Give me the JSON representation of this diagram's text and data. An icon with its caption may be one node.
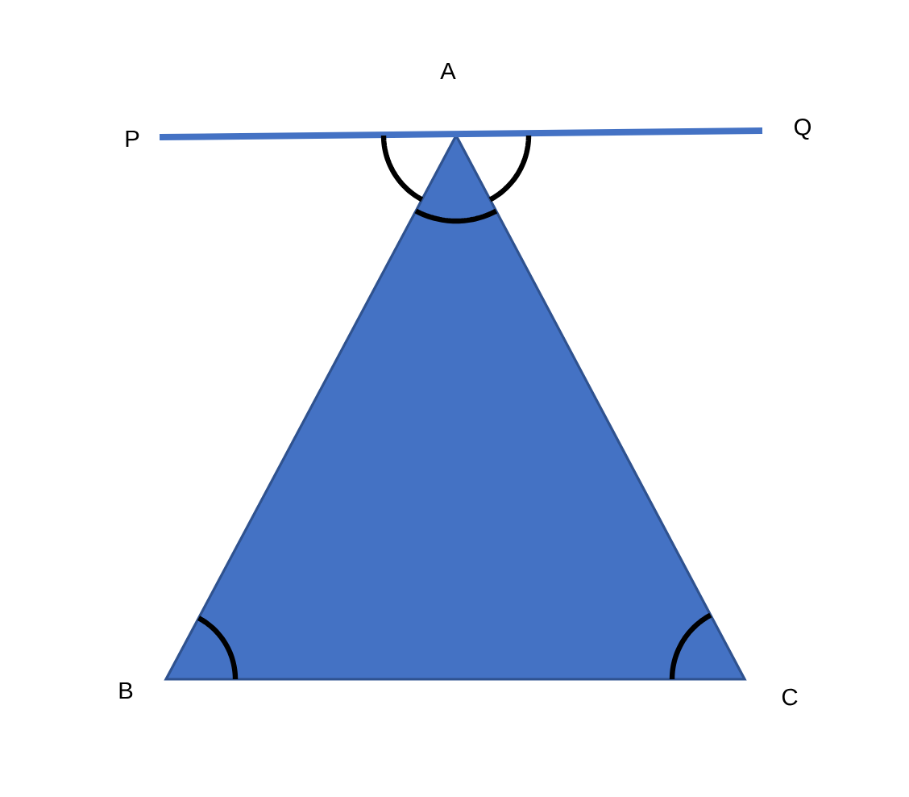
{
  "diagram": {
    "labels": [
      "A",
      "P",
      "Q",
      "B",
      "C"
    ]
  }
}
